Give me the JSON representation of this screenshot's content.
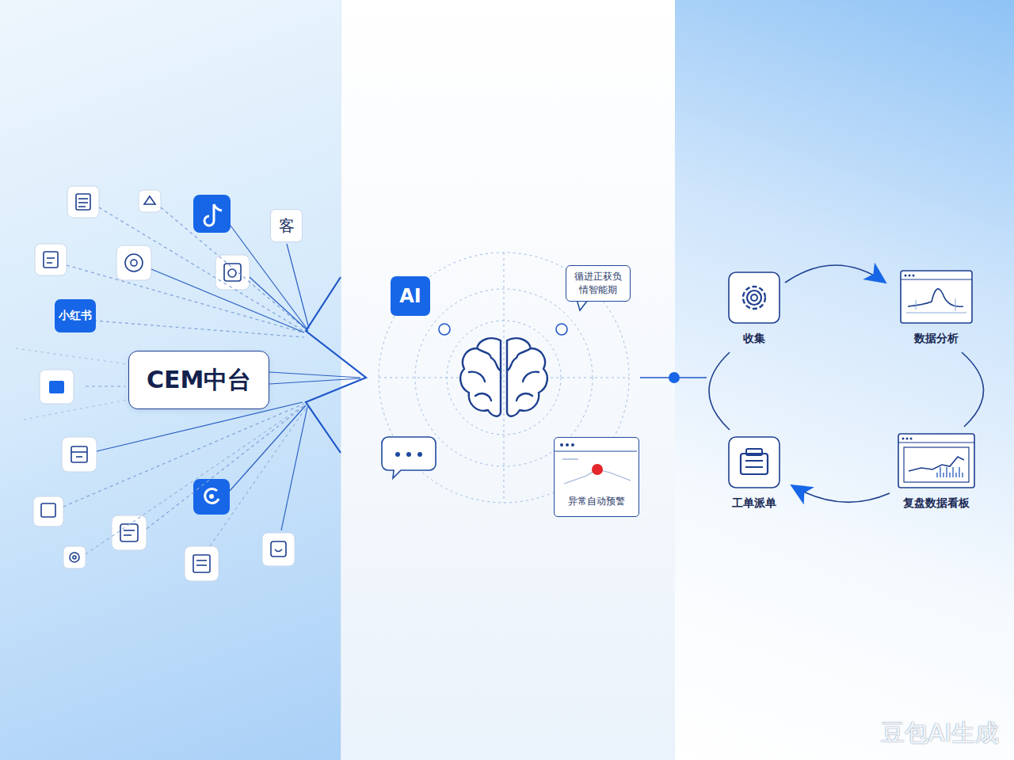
{
  "diagram": {
    "nodes": [
      {
        "text": [
          "CEM中台"
        ]
      },
      {
        "text": [
          "小红书"
        ]
      },
      {
        "text": [
          "客"
        ]
      },
      {
        "text": [
          "AI"
        ]
      },
      {
        "text": [
          "循进正获负 情智能期"
        ]
      },
      {
        "text": [
          "异常自动预警"
        ]
      },
      {
        "text": [
          "收集"
        ]
      },
      {
        "text": [
          "数据分析"
        ]
      },
      {
        "text": [
          "工单派单"
        ]
      },
      {
        "text": [
          "复盘数据看板"
        ]
      }
    ],
    "edges": [
      {
        "from": 6,
        "to": 7,
        "arrow": "to"
      },
      {
        "from": 7,
        "to": 9,
        "arrow": "none"
      },
      {
        "from": 9,
        "to": 8,
        "arrow": "to"
      },
      {
        "from": 8,
        "to": 6,
        "arrow": "none"
      }
    ],
    "labels": [
      "豆包AI生成"
    ]
  }
}
